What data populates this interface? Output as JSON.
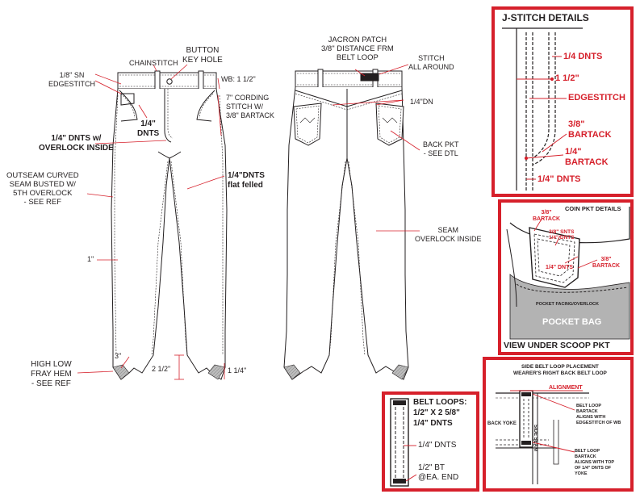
{
  "colors": {
    "accent": "#d6202b",
    "ink": "#231f20",
    "pocketbag": "#b3b3b3"
  },
  "front": {
    "chainstitch": "CHAINSTITCH",
    "button_keyhole": "BUTTON\nKEY HOLE",
    "sn_edgestitch": "1/8\" SN\nEDGESTITCH",
    "wb": "WB: 1 1/2\"",
    "cording": "7\" CORDING\nSTITCH W/\n3/8\" BARTACK",
    "dnts_quarter": "1/4\"\nDNTS",
    "dnts_overlock": "1/4\" DNTS w/\nOVERLOCK INSIDE",
    "outseam": "OUTSEAM CURVED\nSEAM BUSTED W/\n5TH OVERLOCK\n- SEE REF",
    "flat_felled": "1/4\"DNTS\nflat felled",
    "one_inch": "1\"",
    "three_inch": "3\"",
    "hem": "HIGH LOW\nFRAY HEM\n- SEE REF",
    "two_half": "2 1/2\"",
    "one_quarter": "1 1/4\""
  },
  "back": {
    "jacron": "JACRON PATCH\n3/8\" DISTANCE FRM\nBELT LOOP",
    "stitch_all": "STITCH\nALL AROUND",
    "quarter_dn": "1/4\"DN",
    "back_pkt": "BACK PKT\n- SEE DTL",
    "seam_overlock": "SEAM\nOVERLOCK INSIDE"
  },
  "jstitch": {
    "title": "J-STITCH DETAILS",
    "dnts_a": "1/4 DNTS",
    "inch_half": "1 1/2\"",
    "edgestitch": "EDGESTITCH",
    "bartack_38": "3/8\"\nBARTACK",
    "bartack_14": "1/4\"\nBARTACK",
    "dnts_b": "1/4\" DNTS"
  },
  "coin": {
    "title": "COIN PKT DETAILS",
    "bartack_a": "3/8\"\nBARTACK",
    "sn_dnts": "3/8\" SNTS\n1/4\" DNTS",
    "dnts": "1/4\" DNTS",
    "bartack_b": "3/8\"\nBARTACK",
    "facing": "POCKET FACING/OVERLOCK",
    "pocket_bag": "POCKET BAG",
    "caption": "VIEW UNDER SCOOP PKT"
  },
  "beltloops": {
    "title": "BELT LOOPS:\n1/2\" X 2 5/8\"\n1/4\" DNTS",
    "dnts": "1/4\" DNTS",
    "bt": "1/2\" BT\n@EA. END"
  },
  "sidebelt": {
    "title": "SIDE BELT LOOP PLACEMENT\nWEARER'S RIGHT BACK BELT LOOP",
    "alignment": "ALIGNMENT",
    "note_a": "BELT LOOP\nBARTACK\nALIGNS WITH\nEDGESTITCH OF WB",
    "back_yoke": "BACK YOKE",
    "side_seam": "SIDE SEAM",
    "note_b": "BELT LOOP\nBARTACK\nALIGNS WITH TOP\nOF 1/4\" DNTS OF\nYOKE"
  }
}
